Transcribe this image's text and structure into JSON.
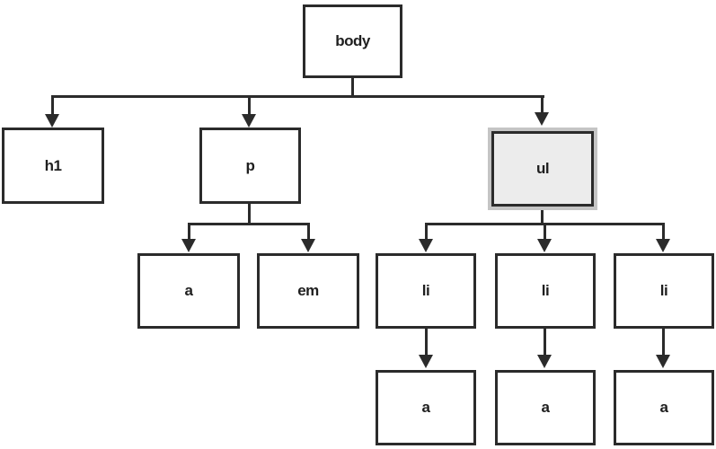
{
  "diagram": {
    "type": "tree",
    "description": "DOM element tree",
    "nodes": [
      {
        "id": "body",
        "label": "body",
        "highlighted": false
      },
      {
        "id": "h1",
        "label": "h1",
        "highlighted": false
      },
      {
        "id": "p",
        "label": "p",
        "highlighted": false
      },
      {
        "id": "ul",
        "label": "ul",
        "highlighted": true
      },
      {
        "id": "a-p",
        "label": "a",
        "highlighted": false
      },
      {
        "id": "em",
        "label": "em",
        "highlighted": false
      },
      {
        "id": "li-1",
        "label": "li",
        "highlighted": false
      },
      {
        "id": "li-2",
        "label": "li",
        "highlighted": false
      },
      {
        "id": "li-3",
        "label": "li",
        "highlighted": false
      },
      {
        "id": "a-li-1",
        "label": "a",
        "highlighted": false
      },
      {
        "id": "a-li-2",
        "label": "a",
        "highlighted": false
      },
      {
        "id": "a-li-3",
        "label": "a",
        "highlighted": false
      }
    ],
    "edges": [
      {
        "from": "body",
        "to": "h1"
      },
      {
        "from": "body",
        "to": "p"
      },
      {
        "from": "body",
        "to": "ul"
      },
      {
        "from": "p",
        "to": "a-p"
      },
      {
        "from": "p",
        "to": "em"
      },
      {
        "from": "ul",
        "to": "li-1"
      },
      {
        "from": "ul",
        "to": "li-2"
      },
      {
        "from": "ul",
        "to": "li-3"
      },
      {
        "from": "li-1",
        "to": "a-li-1"
      },
      {
        "from": "li-2",
        "to": "a-li-2"
      },
      {
        "from": "li-3",
        "to": "a-li-3"
      }
    ],
    "colors": {
      "line": "#2b2b2b",
      "box_border": "#2b2b2b",
      "box_fill": "#ffffff",
      "highlight_fill": "#ececec",
      "highlight_glow": "#c5c5c5",
      "text": "#1f1f1f",
      "background": "#ffffff"
    }
  }
}
